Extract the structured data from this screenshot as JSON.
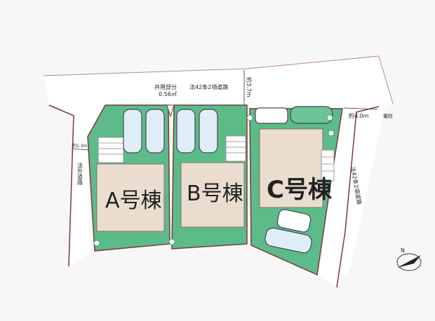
{
  "lots": [
    {
      "id": "A",
      "label": "A号棟"
    },
    {
      "id": "B",
      "label": "B号棟"
    },
    {
      "id": "C",
      "label": "C号棟"
    }
  ],
  "roads": {
    "top": "法42条2項道路",
    "top_width": "約3.7m",
    "right": "法42条2項道路",
    "right_width": "約4.0m",
    "left": "法外道路",
    "left_width": "約1.3m"
  },
  "shared": {
    "label": "共用部分",
    "area": "0.56㎡"
  },
  "pole": "電柱",
  "compass": "N",
  "colors": {
    "lot": "#5dbb8a",
    "house": "#eaddd0",
    "edge": "#7a3b3b"
  }
}
